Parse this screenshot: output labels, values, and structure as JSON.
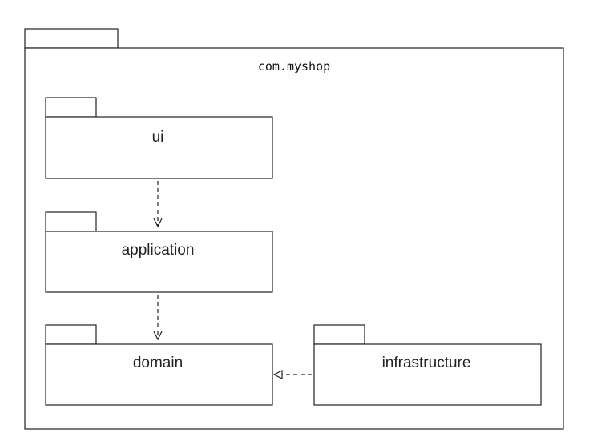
{
  "diagram": {
    "type": "uml-package-diagram",
    "outer_package": {
      "name": "com.myshop"
    },
    "packages": [
      {
        "id": "ui",
        "name": "ui"
      },
      {
        "id": "application",
        "name": "application"
      },
      {
        "id": "domain",
        "name": "domain"
      },
      {
        "id": "infrastructure",
        "name": "infrastructure"
      }
    ],
    "dependencies": [
      {
        "from": "ui",
        "to": "application",
        "style": "dashed-open-arrow"
      },
      {
        "from": "application",
        "to": "domain",
        "style": "dashed-open-arrow"
      },
      {
        "from": "infrastructure",
        "to": "domain",
        "style": "dashed-open-arrow"
      }
    ]
  }
}
